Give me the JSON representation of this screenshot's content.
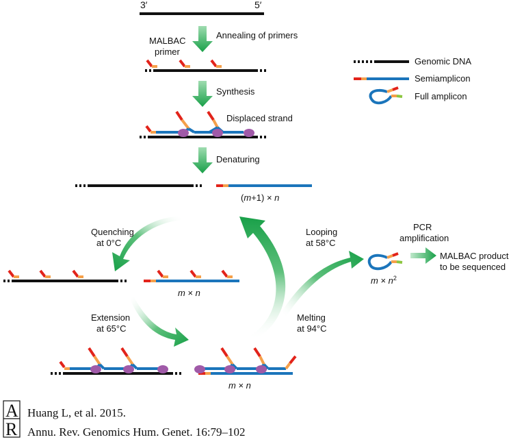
{
  "top_strand": {
    "left_end": "3′",
    "right_end": "5′"
  },
  "steps": {
    "annealing": "Annealing of primers",
    "primer_label_1": "MALBAC",
    "primer_label_2": "primer",
    "synthesis": "Synthesis",
    "displaced": "Displaced strand",
    "denaturing": "Denaturing",
    "count_m1n_prefix": "(",
    "count_m1n_m": "m",
    "count_m1n_mid": "+1) × ",
    "count_m1n_n": "n",
    "quenching_1": "Quenching",
    "quenching_2": "at 0°C",
    "looping_1": "Looping",
    "looping_2": "at 58°C",
    "extension_1": "Extension",
    "extension_2": "at 65°C",
    "melting_1": "Melting",
    "melting_2": "at 94°C",
    "count_mn_m": "m",
    "count_mn_x": " × ",
    "count_mn_n": "n",
    "count_mn2_m": "m",
    "count_mn2_x": " × ",
    "count_mn2_n": "n",
    "count_mn2_exp": "2",
    "pcr_1": "PCR",
    "pcr_2": "amplification",
    "product_1": "MALBAC product",
    "product_2": "to be sequenced"
  },
  "legend": {
    "genomic": "Genomic DNA",
    "semi": "Semiamplicon",
    "full": "Full amplicon"
  },
  "citation": {
    "logo_a": "A",
    "logo_r": "R",
    "line1": "Huang L, et al. 2015.",
    "line2": "Annu. Rev. Genomics Hum. Genet. 16:79–102"
  },
  "colors": {
    "genomic": "#111111",
    "semi": "#1b75bb",
    "primer_red": "#e2231a",
    "primer_orange": "#f5a04a",
    "polymerase": "#a05aa8",
    "arrow": "#1aa34a",
    "full_green": "#8cc63f"
  }
}
